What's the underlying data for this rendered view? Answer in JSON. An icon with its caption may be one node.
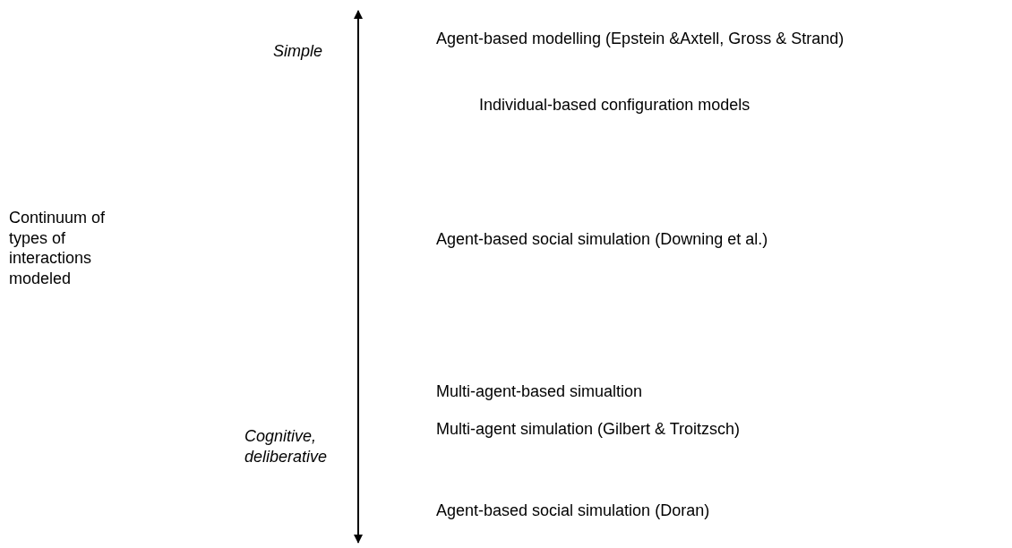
{
  "diagram": {
    "labels": [
      "Agent-based modelling (Epstein &Axtell, Gross & Strand)",
      "Simple",
      "Individual-based configuration models",
      "Continuum of types of interactions modeled",
      "Agent-based social simulation (Downing et al.)",
      "Multi-agent-based simualtion",
      "Multi-agent simulation (Gilbert & Troitzsch)",
      "Cognitive, deliberative",
      "Agent-based social simulation (Doran)"
    ]
  }
}
